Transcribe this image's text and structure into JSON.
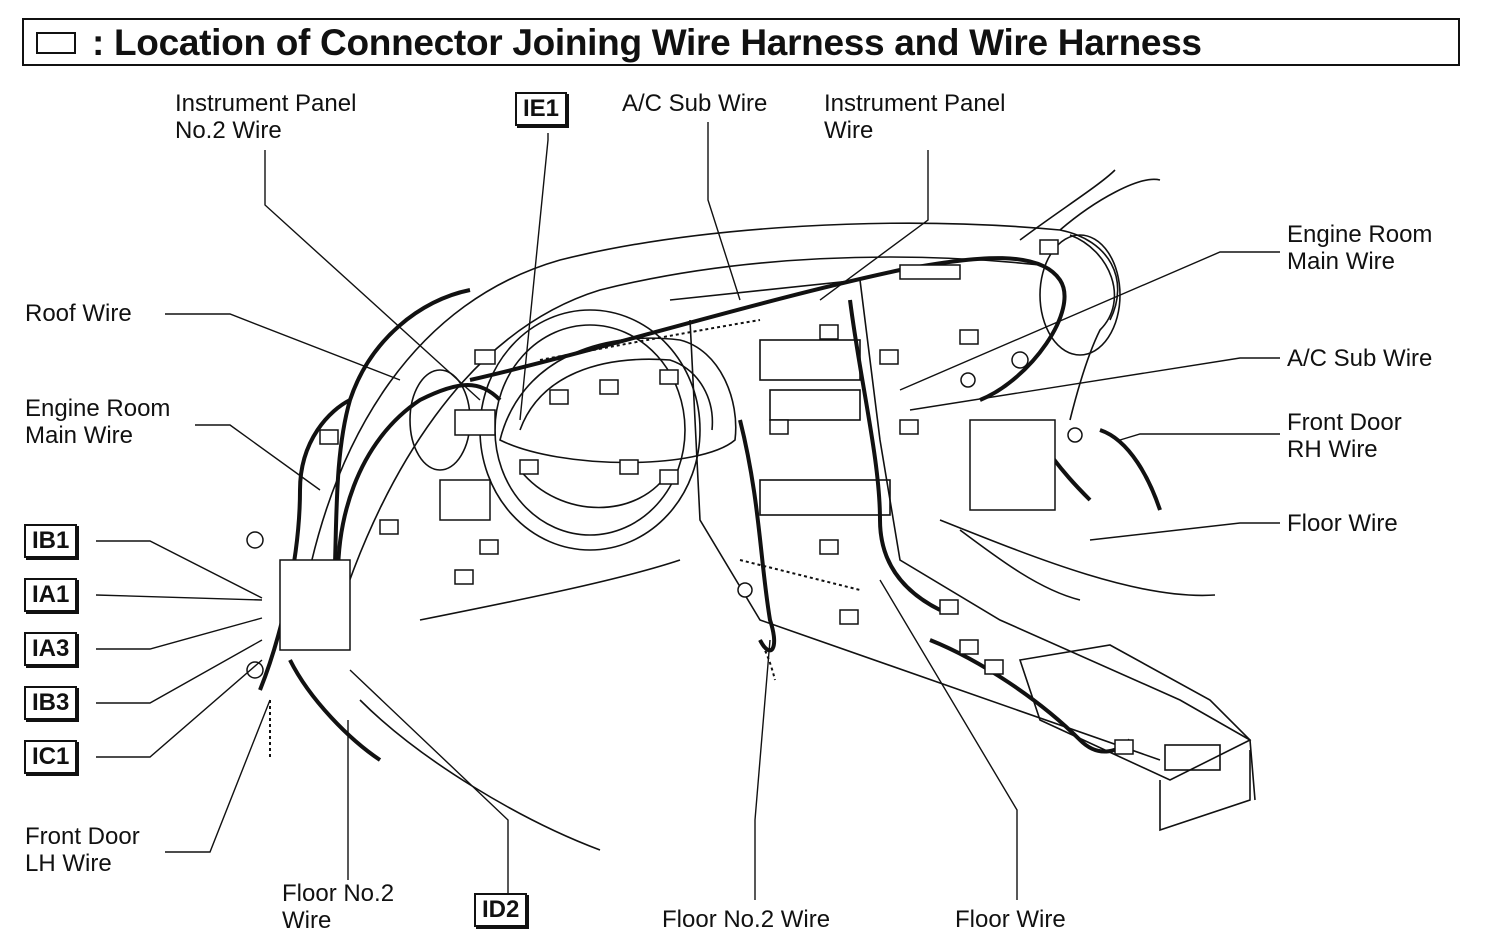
{
  "title": {
    "icon": "connector-box-icon",
    "colon": ":",
    "text": "Location of Connector Joining Wire Harness and Wire Harness"
  },
  "labels": {
    "instrument_panel_no2": "Instrument Panel\nNo.2 Wire",
    "ac_sub_top": "A/C Sub Wire",
    "instrument_panel": "Instrument Panel\nWire",
    "roof_wire": "Roof Wire",
    "engine_room_left": "Engine Room\nMain Wire",
    "engine_room_right": "Engine Room\nMain Wire",
    "ac_sub_right": "A/C Sub Wire",
    "front_door_rh": "Front Door\nRH Wire",
    "floor_wire_right": "Floor Wire",
    "front_door_lh": "Front Door\nLH Wire",
    "floor_no2_left": "Floor No.2\nWire",
    "floor_no2_bottom": "Floor No.2 Wire",
    "floor_wire_bottom": "Floor Wire"
  },
  "codes": {
    "ie1": "IE1",
    "ib1": "IB1",
    "ia1": "IA1",
    "ia3": "IA3",
    "ib3": "IB3",
    "ic1": "IC1",
    "id2": "ID2"
  }
}
